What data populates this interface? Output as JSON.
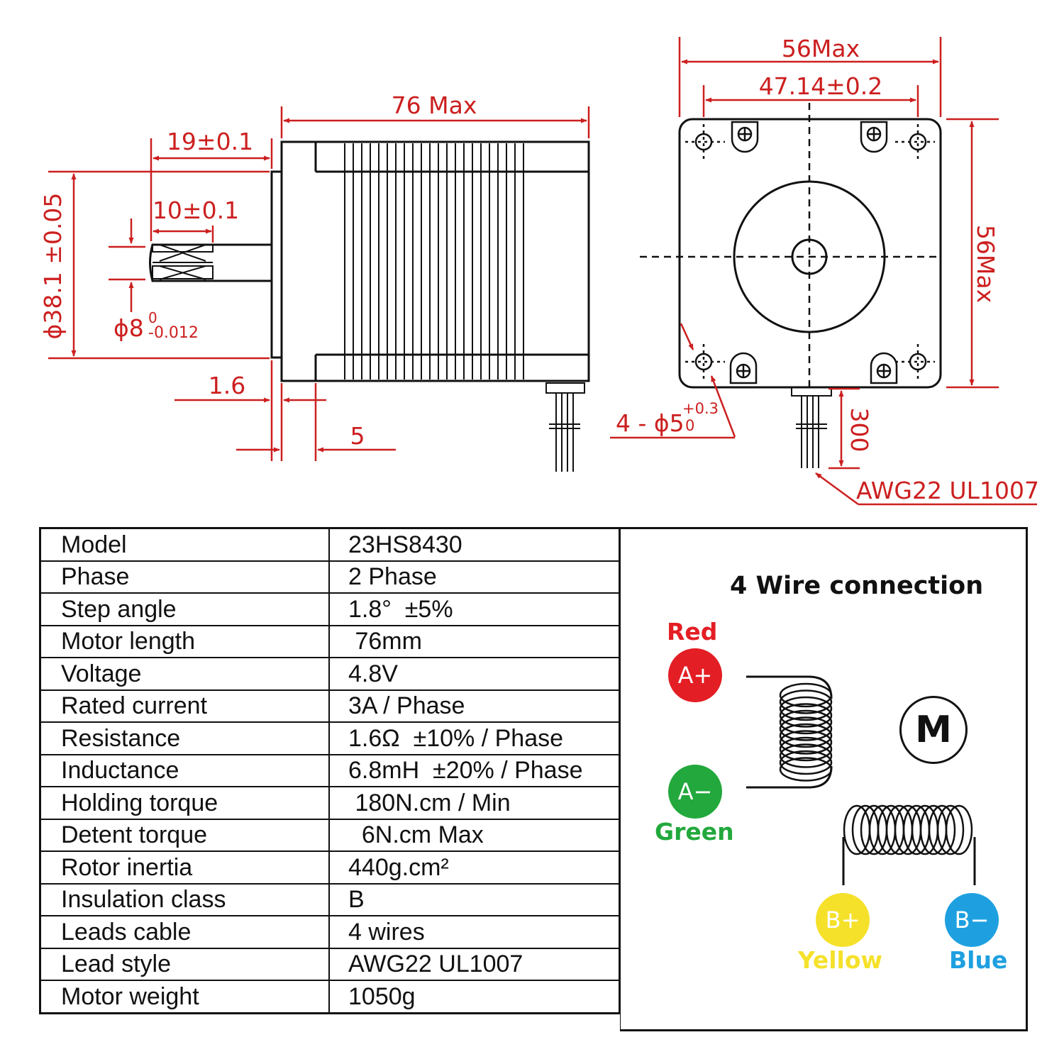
{
  "colors": {
    "dimension": "#cc1f1f",
    "outline": "#111111",
    "red": "#e31e24",
    "green": "#22a83c",
    "yellow": "#f5e12a",
    "blue": "#1ea0e0"
  },
  "drawing": {
    "side_view": {
      "length": "76 Max",
      "shaft_length": "19±0.1",
      "flat_length": "10±0.1",
      "flange_diameter": "ϕ38.1 ±0.05",
      "shaft_diameter": "ϕ8",
      "shaft_tol_upper": "0",
      "shaft_tol_lower": "-0.012",
      "flange_thickness": "1.6",
      "body_offset": "5"
    },
    "front_view": {
      "width_max": "56Max",
      "hole_spacing": "47.14±0.2",
      "height_max": "56Max",
      "holes": "4 - ϕ5",
      "holes_tol_upper": "+0.3",
      "holes_tol_lower": "0",
      "lead_length": "300",
      "wire_spec": "AWG22 UL1007"
    }
  },
  "specs": [
    {
      "label": "Model",
      "value": "23HS8430"
    },
    {
      "label": "Phase",
      "value": "2 Phase"
    },
    {
      "label": "Step angle",
      "value": "1.8°  ±5%"
    },
    {
      "label": "Motor length",
      "value": " 76mm"
    },
    {
      "label": "Voltage",
      "value": "4.8V"
    },
    {
      "label": "Rated current",
      "value": "3A / Phase"
    },
    {
      "label": "Resistance",
      "value": "1.6Ω  ±10% / Phase"
    },
    {
      "label": "Inductance",
      "value": "6.8mH  ±20% / Phase"
    },
    {
      "label": "Holding torque",
      "value": " 180N.cm / Min"
    },
    {
      "label": "Detent torque",
      "value": "  6N.cm Max"
    },
    {
      "label": "Rotor inertia",
      "value": "440g.cm²"
    },
    {
      "label": "Insulation class",
      "value": "B"
    },
    {
      "label": "Leads cable",
      "value": "4 wires"
    },
    {
      "label": "Lead style",
      "value": "AWG22 UL1007"
    },
    {
      "label": "Motor weight",
      "value": "1050g"
    }
  ],
  "wiring": {
    "title": "4 Wire connection",
    "motor_symbol": "M",
    "terminals": [
      {
        "id": "A+",
        "color_name": "Red"
      },
      {
        "id": "A−",
        "color_name": "Green"
      },
      {
        "id": "B+",
        "color_name": "Yellow"
      },
      {
        "id": "B−",
        "color_name": "Blue"
      }
    ]
  }
}
